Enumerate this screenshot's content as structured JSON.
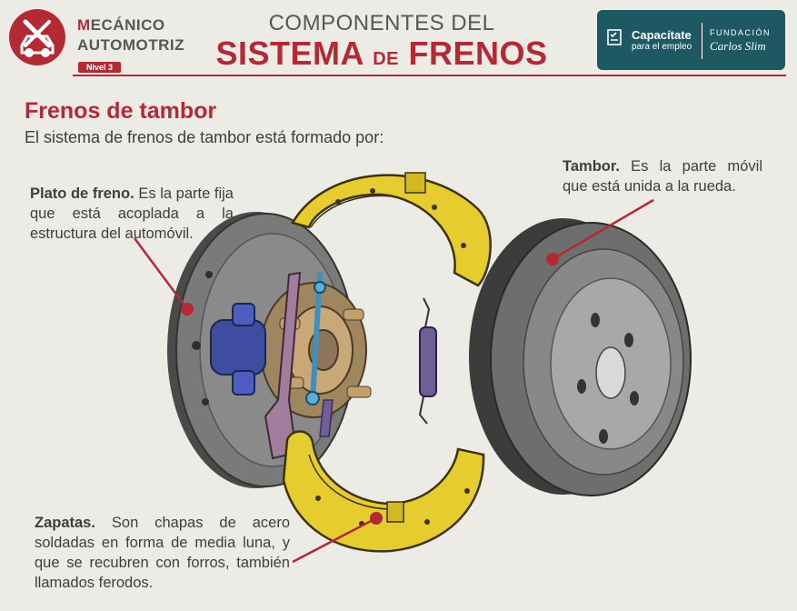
{
  "header": {
    "brand_line1": "MECÁNICO",
    "brand_line2": "AUTOMOTRIZ",
    "level": "Nivel 3",
    "title_top": "COMPONENTES DEL",
    "title_main_a": "SISTEMA",
    "title_main_de": "DE",
    "title_main_b": "FRENOS",
    "partner_name": "Capacítate",
    "partner_sub": "para el empleo",
    "foundation_label": "FUNDACIÓN",
    "foundation_name": "Carlos Slim"
  },
  "section": {
    "heading": "Frenos de tambor",
    "intro": "El sistema de frenos de tambor está formado por:"
  },
  "parts": [
    {
      "term": "Plato de freno.",
      "text": "Es la parte fija que está acoplada a la estructura del automóvil."
    },
    {
      "term": "Tambor.",
      "text": "Es la parte móvil que está unida a la rueda."
    },
    {
      "term": "Zapatas.",
      "text": "Son chapas de acero soldadas en forma de media luna, y que se recubren con forros, también llamados ferodos."
    }
  ],
  "colors": {
    "accent": "#b32a35",
    "badge": "#1e5963",
    "shoe": "#e6cc2f",
    "plate": "#6f6f6f",
    "drum": "#7a7a7a",
    "cylinder": "#3e4da0",
    "spring": "#6e5f95"
  }
}
